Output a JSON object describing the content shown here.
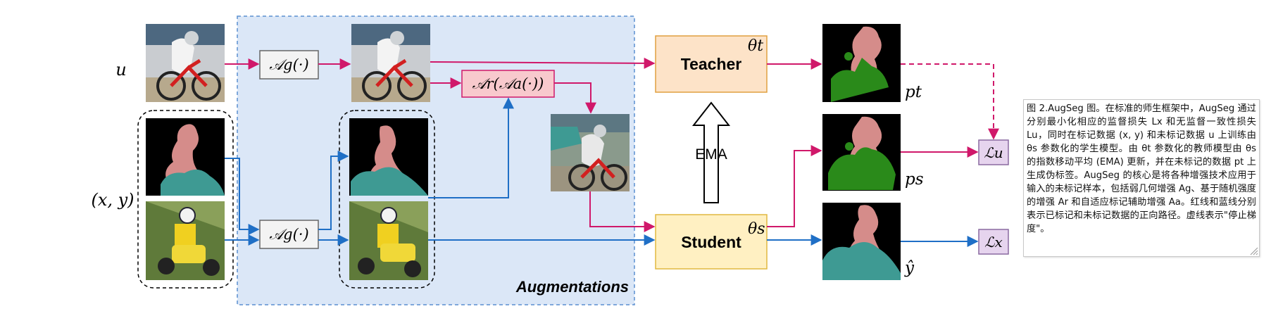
{
  "labels": {
    "u": "u",
    "xy": "(x, y)",
    "ag_top": "𝒜g(·)",
    "ag_bottom": "𝒜g(·)",
    "ar_aa": "𝒜r(𝒜a(·))",
    "augmentations": "Augmentations",
    "teacher": "Teacher",
    "student": "Student",
    "theta_t": "θt",
    "theta_s": "θs",
    "ema": "EMA",
    "p_t": "pt",
    "p_s": "ps",
    "y_hat": "ŷ",
    "loss_u": "ℒu",
    "loss_x": "ℒx"
  },
  "caption": "图 2.AugSeg 图。在标准的师生框架中，AugSeg 通过分别最小化相应的监督损失 Lx 和无监督一致性损失 Lu，同时在标记数据 (x, y) 和未标记数据 u 上训练由 θs 参数化的学生模型。由 θt 参数化的教师模型由 θs 的指数移动平均 (EMA) 更新，并在未标记的数据 pt 上生成伪标签。AugSeg 的核心是将各种增强技术应用于输入的未标记样本，包括弱几何增强 Ag、基于随机强度的增强 Ar 和自适应标记辅助增强 Aa。红线和蓝线分别表示已标记和未标记数据的正向路径。虚线表示\"停止梯度\"。",
  "colors": {
    "red_path": "#d0186a",
    "blue_path": "#1f6fc6",
    "teacher_fill": "#fde3c8",
    "student_fill": "#fff0c2",
    "aug_panel": "#dbe7f7",
    "ar_fill": "#f8c9cd",
    "loss_fill": "#e6d4ee",
    "mask_person": "#d58c8a",
    "mask_bike": "#2a8a1a",
    "mask_motorbike": "#3e9a93"
  }
}
